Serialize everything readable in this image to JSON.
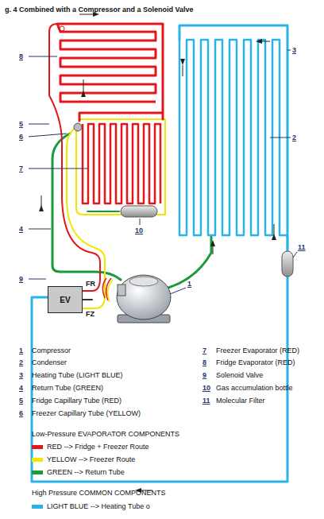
{
  "diagram": {
    "title": "g. 4 Combined with a Compressor and a Solenoid Valve",
    "nodes": [
      {
        "text": [
          "EV"
        ]
      }
    ],
    "labels": [
      "8",
      "5",
      "6",
      "7",
      "4",
      "9",
      "3",
      "2",
      "10",
      "11",
      "1",
      "FR",
      "FZ",
      "1",
      "Compressor",
      "2",
      "Condenser",
      "3",
      "Heating Tube (LIGHT BLUE)",
      "4",
      "Return Tube (GREEN)",
      "5",
      "Fridge Capillary Tube (RED)",
      "6",
      "Freezer Capillary Tube (YELLOW)",
      "7",
      "Freezer Evaporator (RED)",
      "8",
      "Fridge Evaporator (RED)",
      "9",
      "Solenoid Valve",
      "10",
      "Gas accumulation bottle",
      "11",
      "Molecular Filter",
      "Low-Pressure EVAPORATOR COMPONENTS",
      "High Pressure COMMON COMPONENTS"
    ],
    "legend": [
      {
        "text": "RED --> Fridge + Freezer Route",
        "color": "#e3161b"
      },
      {
        "text": "YELLOW --> Freezer Route",
        "color": "#f2e600"
      },
      {
        "text": "GREEN --> Return Tube",
        "color": "#1a9a3a"
      },
      {
        "text": "LIGHT BLUE --> Heating Tube o",
        "color": "#2bb3e8"
      }
    ]
  }
}
